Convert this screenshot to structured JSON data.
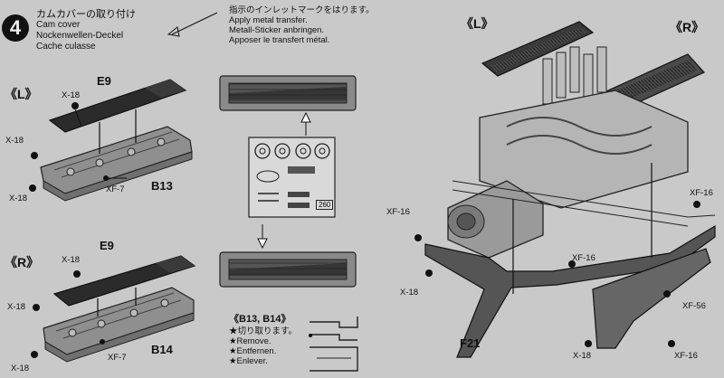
{
  "step": {
    "number": "4",
    "title_jp": "カムカバーの取り付け",
    "title_en": "Cam cover",
    "title_de": "Nockenwellen-Deckel",
    "title_fr": "Cache culasse"
  },
  "transfer_note": {
    "jp": "指示のインレットマークをはります。",
    "en": "Apply metal transfer.",
    "de": "Metall-Sticker anbringen.",
    "fr": "Apposer le transfert métal."
  },
  "labels": {
    "left_mark": "《L》",
    "right_mark": "《R》",
    "left_mark_engine": "《L》",
    "right_mark_engine": "《R》",
    "e9_top": "E9",
    "e9_bottom": "E9",
    "b13": "B13",
    "b14": "B14",
    "f21": "F21",
    "transfer_number": "260"
  },
  "callouts": {
    "x18_a": "X-18",
    "x18_b": "X-18",
    "x18_c": "X-18",
    "xf7_a": "XF-7",
    "x18_d": "X-18",
    "x18_e": "X-18",
    "x18_f": "X-18",
    "xf7_b": "XF-7",
    "xf16_a": "XF-16",
    "x18_g": "X-18",
    "xf16_b": "XF-16",
    "xf16_c": "XF-16",
    "xf56": "XF-56",
    "x18_h": "X-18",
    "xf16_d": "XF-16"
  },
  "cut_note": {
    "header": "《B13, B14》",
    "jp": "★切り取ります。",
    "en": "★Remove.",
    "de": "★Entfernen.",
    "fr": "★Enlever."
  }
}
